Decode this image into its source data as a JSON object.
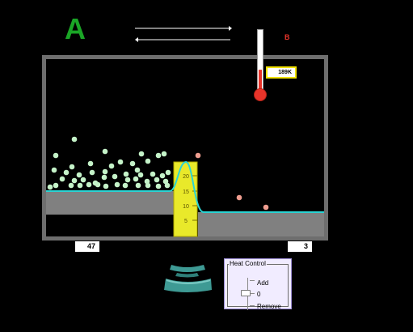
{
  "labels": {
    "left_chamber": "A",
    "right_chamber": "B"
  },
  "counts": {
    "left": "47",
    "right": "3"
  },
  "thermometer": {
    "readout": "189K",
    "fill_fraction": 0.35
  },
  "barrier": {
    "ticks": [
      "20",
      "15",
      "10",
      "5"
    ]
  },
  "heat_control": {
    "title": "Heat Control",
    "options": {
      "add": "Add",
      "zero": "0",
      "remove": "Remove"
    },
    "value": 0
  },
  "colors": {
    "label_a": "#1aa526",
    "label_b": "#e8342a",
    "chamber_border": "#6e6e6e",
    "floor": "#808080",
    "energy_curve": "#2ad4d4",
    "barrier": "#e9e92a",
    "particle_a": "#c4f2c8",
    "particle_b": "#ee9d8f",
    "thermometer_fill": "#e8342a",
    "heater": "#3e9a94"
  },
  "icons": {
    "heater": "heater-icon",
    "thermometer": "thermometer-icon",
    "arrows": "reaction-arrows-icon"
  }
}
